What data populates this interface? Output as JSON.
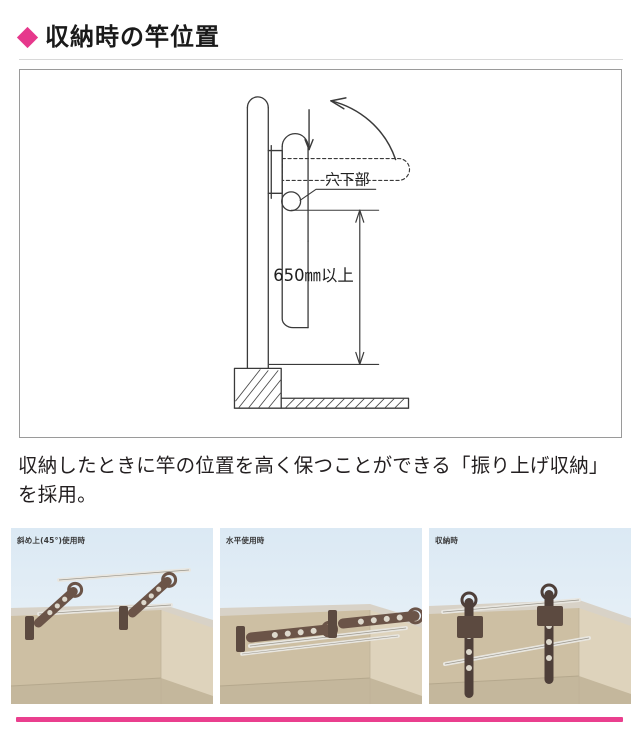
{
  "header": {
    "bullet_icon": "diamond-icon",
    "title": "収納時の竿位置",
    "accent_color": "#e6388c"
  },
  "diagram": {
    "name": "pole-storage-position-diagram",
    "labels": {
      "hole_lower": "穴下部",
      "dimension": "650㎜以上"
    },
    "annotations": {
      "swing_arrow": "curved-up-arrow",
      "down_arrow": "down-arrow",
      "dimension_arrow": "dimension-arrow"
    },
    "border_color": "#9a9a9a"
  },
  "body": {
    "text": "収納したときに竿の位置を高く保つことができる「振り上げ収納」を採用。"
  },
  "panels": [
    {
      "id": "panel-angled-use",
      "caption": "斜め上(45°)使用時",
      "sky_color": "#dceaf3",
      "wall_color": "#cdbfa3",
      "arm_color": "#6b5448"
    },
    {
      "id": "panel-horizontal-use",
      "caption": "水平使用時",
      "sky_color": "#dceaf3",
      "wall_color": "#cdbfa3",
      "arm_color": "#6b5448"
    },
    {
      "id": "panel-stored",
      "caption": "収納時",
      "sky_color": "#dceaf3",
      "wall_color": "#cdbfa3",
      "arm_color": "#4e3f39"
    }
  ],
  "footer": {
    "rule_color": "#ea3f8e"
  }
}
